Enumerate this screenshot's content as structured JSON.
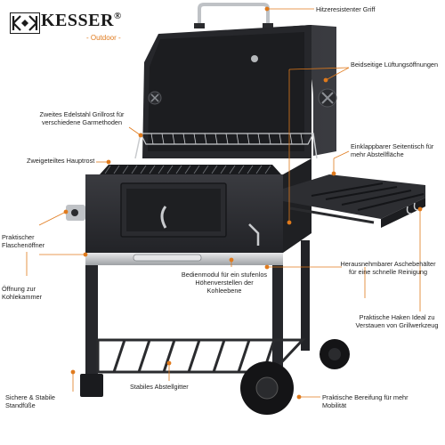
{
  "brand": {
    "name": "KESSER",
    "registered": "®",
    "sub": "- Outdoor -",
    "accent": "#e07a1c"
  },
  "labels": {
    "griff": "Hitzeresistenter Griff",
    "lueftung": "Beidseitige Lüftungsöffnungen",
    "grillrost": "Zweites Edelstahl Grillrost für verschiedene Garmethoden",
    "seitentisch": "Einklappbarer Seitentisch für mehr Abstellfläche",
    "hauptrost": "Zweigeteiltes Hauptrost",
    "flaschenoeffner": "Praktischer Flaschenöffner",
    "aschebehaelter": "Herausnehmbarer Aschebehälter für eine schnelle Reinigung",
    "kohlekammer": "Öffnung zur Kohlekammer",
    "bedienmodul": "Bedienmodul für ein stufenlos Höhenverstellen der Kohleebene",
    "haken": "Praktische Haken Ideal zu Verstauen von Grillwerkzeug",
    "abstellgitter": "Stabiles Abstellgitter",
    "standfuesse": "Sichere & Stabile Standfüße",
    "bereifung": "Praktische Bereifung für mehr Mobilität"
  },
  "colors": {
    "accent": "#e07a1c",
    "body": "#2f3034",
    "body_dark": "#1e1f22",
    "steel": "#c9cbce"
  },
  "icons": {
    "logo": "kesser-logo-mark",
    "callout_dot": "orange-dot"
  }
}
